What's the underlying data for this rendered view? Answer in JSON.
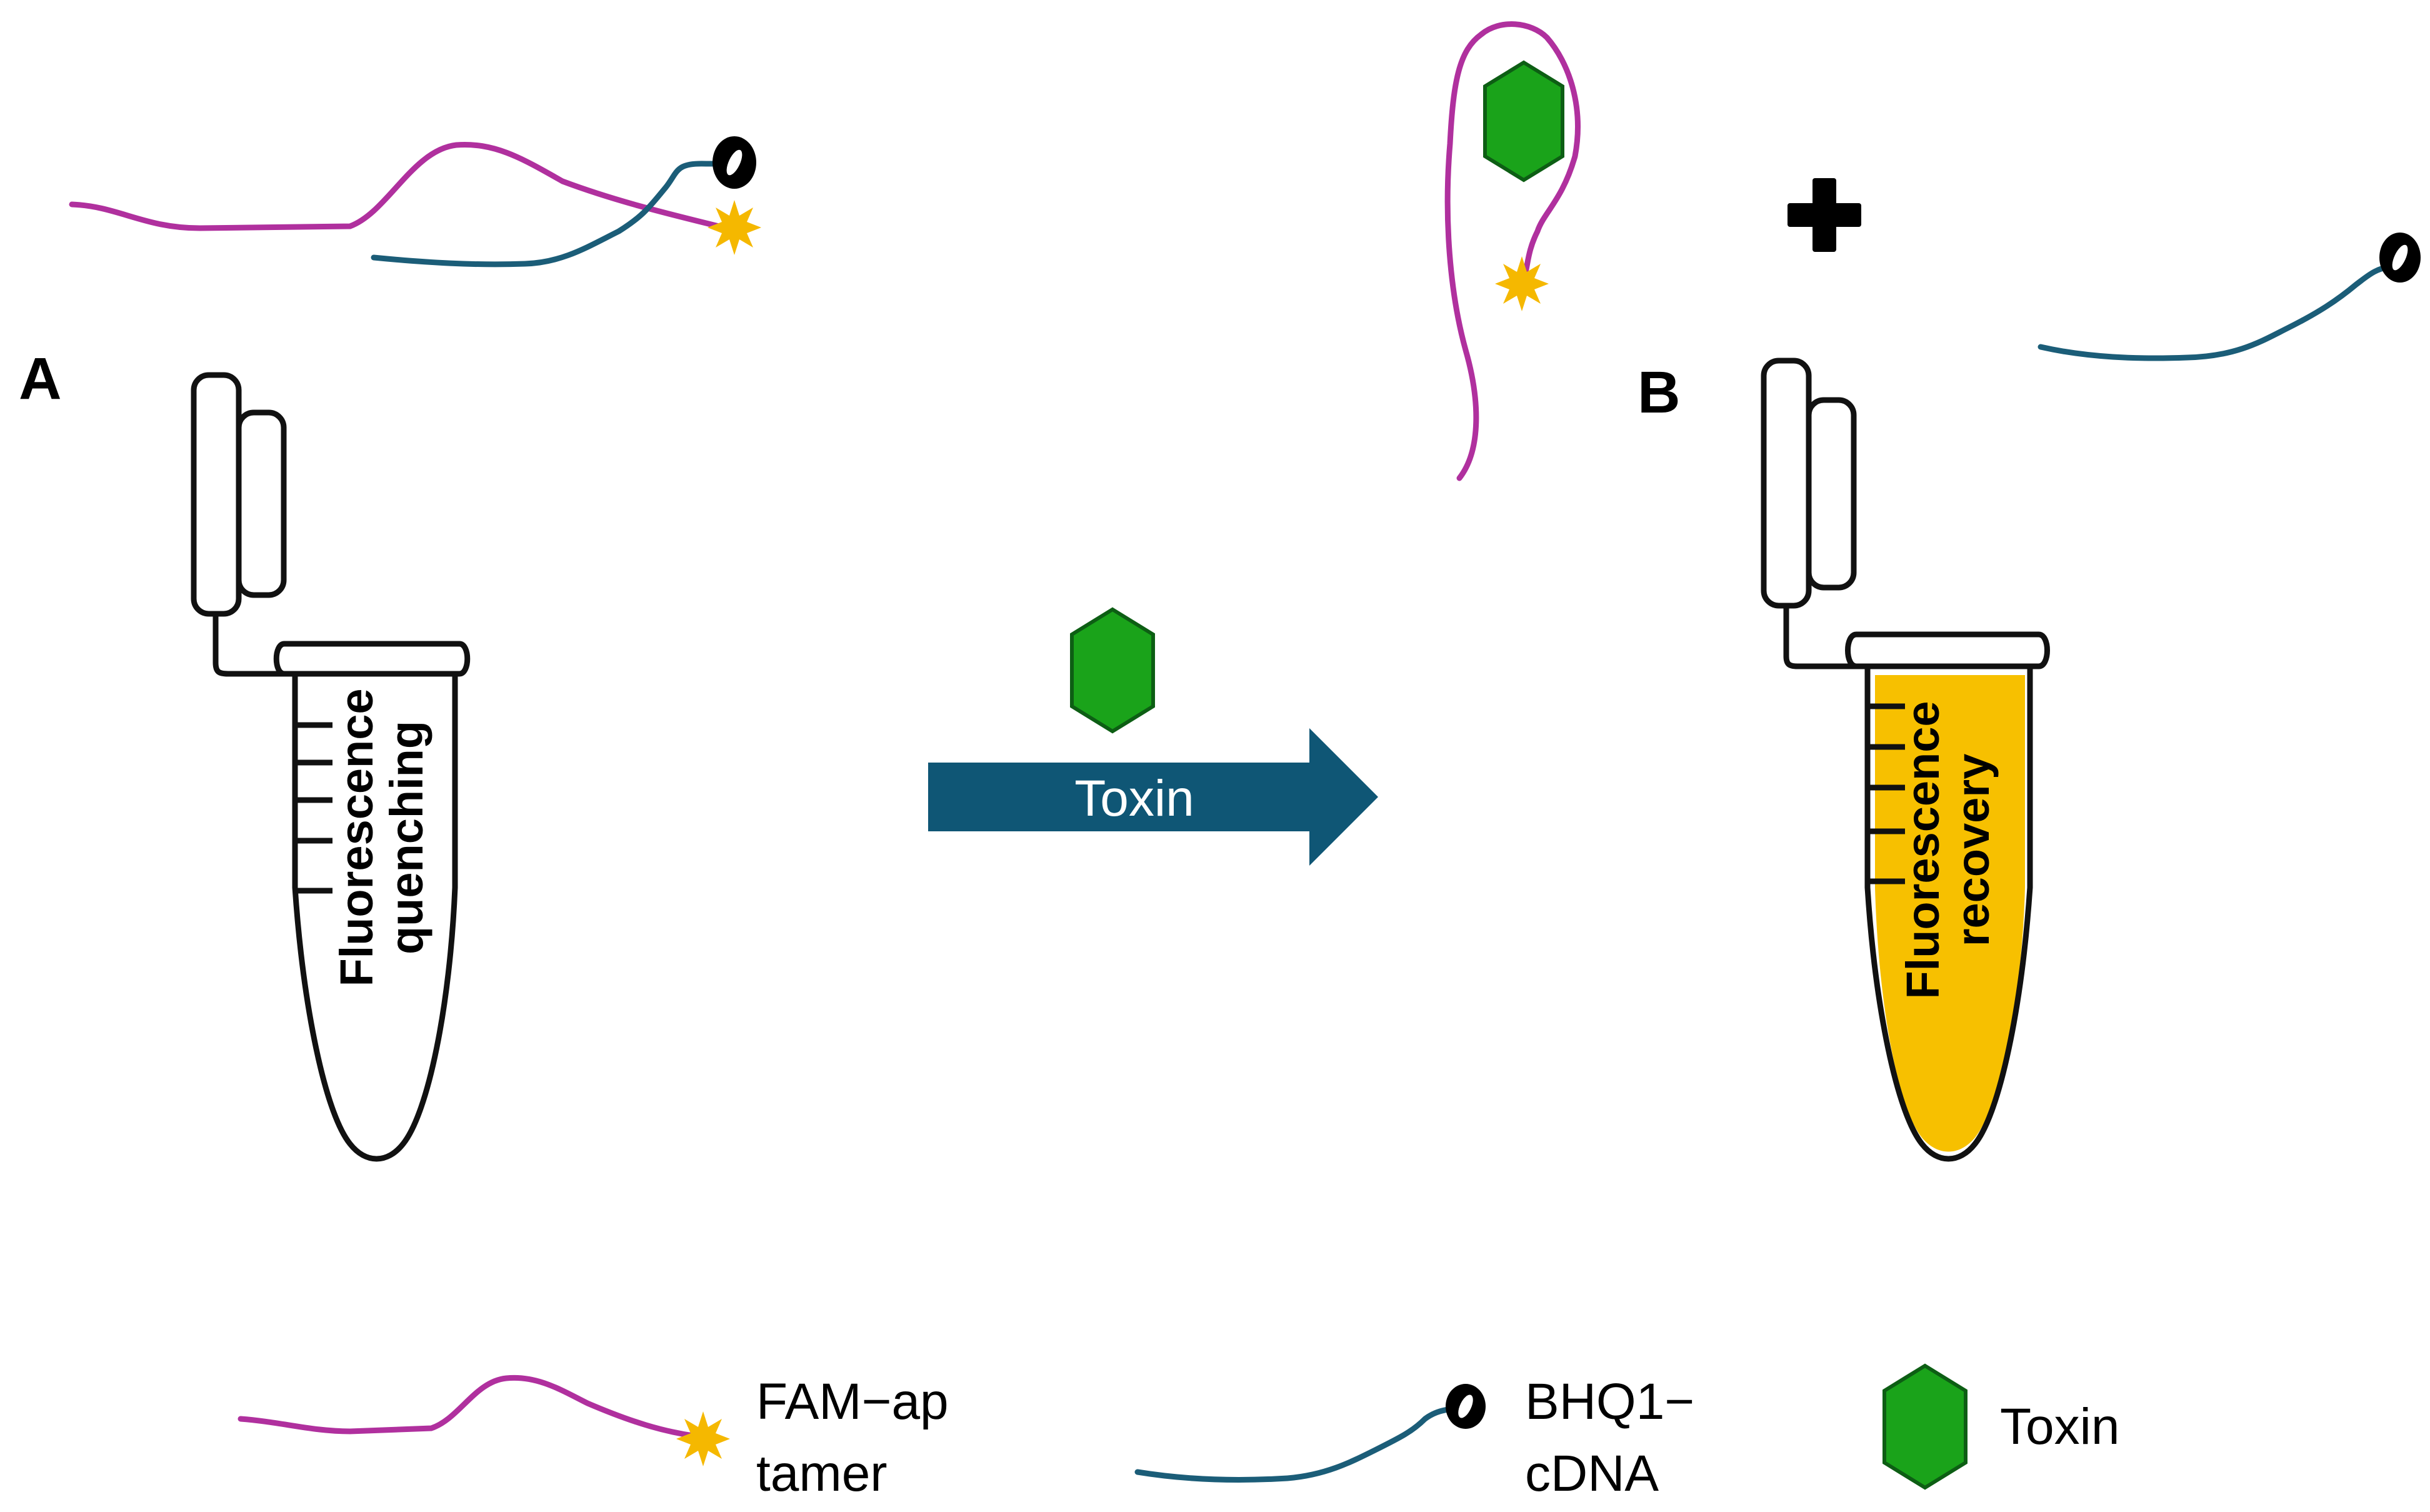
{
  "panels": {
    "a": {
      "letter": "A",
      "tube_label_line1": "Fluorescence",
      "tube_label_line2": "quenching"
    },
    "b": {
      "letter": "B",
      "tube_label_line1": "Fluorescence",
      "tube_label_line2": "recovery"
    }
  },
  "arrow": {
    "label": "Toxin"
  },
  "legend": {
    "aptamer_line1": "FAM−ap",
    "aptamer_line2": "tamer",
    "cdna_line1": "BHQ1−",
    "cdna_line2": "cDNA",
    "toxin": "Toxin"
  },
  "colors": {
    "aptamer": "#b0309e",
    "cdna": "#1b5d78",
    "toxin_fill": "#1aa31a",
    "toxin_stroke": "#0d5e14",
    "fluorophore": "#f5b800",
    "fluorescence_fill": "#f7c000",
    "arrow_fill": "#0f5675",
    "quencher": "#000000"
  },
  "icons": {
    "fluorophore": "star-burst-icon",
    "quencher": "quencher-ring-icon",
    "toxin": "hexagon-icon",
    "plus": "plus-icon"
  }
}
